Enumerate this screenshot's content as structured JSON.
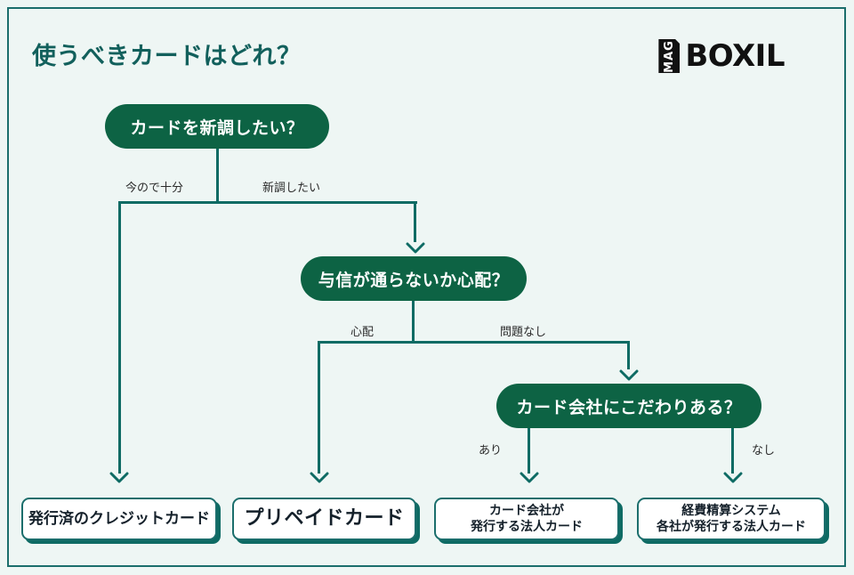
{
  "header": {
    "title": "使うべきカードはどれ？",
    "logo_mark": "MAG",
    "logo_name": "BOXIL"
  },
  "colors": {
    "background": "#eef6f4",
    "frame_border": "#1b6e6c",
    "decision_fill": "#0d6344",
    "decision_text": "#ffffff",
    "connector": "#0e6b64",
    "title_text": "#12605c",
    "result_border": "#1b6e6c",
    "result_shadow": "#0e6b64",
    "result_text": "#14202a",
    "edge_label_text": "#2b2b2b",
    "logo_black": "#111111"
  },
  "flow": {
    "decisions": [
      {
        "id": "q1",
        "label": "カードを新調したい？"
      },
      {
        "id": "q2",
        "label": "与信が通らないか心配？"
      },
      {
        "id": "q3",
        "label": "カード会社にこだわりある？"
      }
    ],
    "edge_labels": [
      {
        "id": "e1",
        "label": "今ので十分"
      },
      {
        "id": "e2",
        "label": "新調したい"
      },
      {
        "id": "e3",
        "label": "心配"
      },
      {
        "id": "e4",
        "label": "問題なし"
      },
      {
        "id": "e5",
        "label": "あり"
      },
      {
        "id": "e6",
        "label": "なし"
      }
    ],
    "results": [
      {
        "id": "r1",
        "line1": "発行済のクレジットカード",
        "line2": ""
      },
      {
        "id": "r2",
        "line1": "プリペイドカード",
        "line2": ""
      },
      {
        "id": "r3",
        "line1": "カード会社が",
        "line2": "発行する法人カード"
      },
      {
        "id": "r4",
        "line1": "経費精算システム",
        "line2": "各社が発行する法人カード"
      }
    ]
  }
}
